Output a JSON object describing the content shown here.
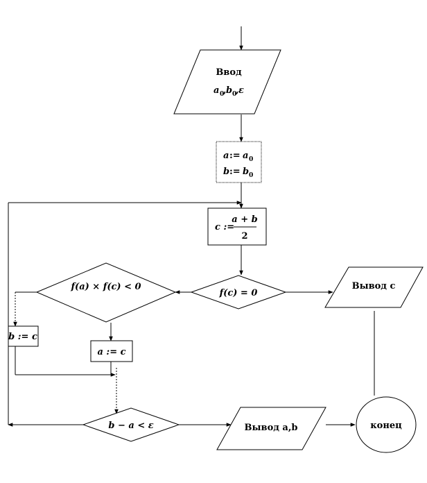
{
  "input_block": {
    "title": "Ввод",
    "var_a": "a",
    "var_b": "b",
    "var_eps": "ε",
    "sub_0": "0",
    "sep": ","
  },
  "init_block": {
    "a_lhs": "a",
    "b_lhs": "b",
    "assign": ":=",
    "a_rhs": "a",
    "b_rhs": "b",
    "sub_0": "0"
  },
  "mid_block": {
    "lhs": "c :=",
    "numerator": "a + b",
    "denominator": "2"
  },
  "check_fc": {
    "text": "f(c) = 0"
  },
  "check_sign": {
    "text": "f(a) × f(c) < 0"
  },
  "assign_b": {
    "text": "b := c"
  },
  "assign_a": {
    "text": "a := c"
  },
  "loop_check": {
    "text": "b − a < ε"
  },
  "output_ab": {
    "text": "Вывод a,b"
  },
  "output_c": {
    "text": "Вывод c"
  },
  "end_node": {
    "text": "конец"
  }
}
